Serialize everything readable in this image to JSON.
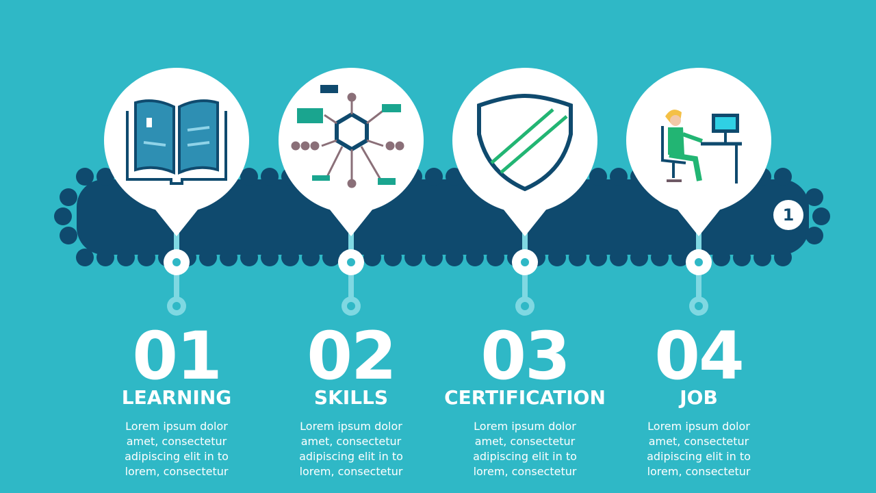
{
  "badge": "1",
  "steps": [
    {
      "number": "01",
      "title": "LEARNING",
      "desc": "Lorem ipsum dolor amet, consectetur adipiscing elit in to lorem, consectetur",
      "icon": "open-book-icon"
    },
    {
      "number": "02",
      "title": "SKILLS",
      "desc": "Lorem ipsum dolor amet, consectetur adipiscing elit in to lorem, consectetur",
      "icon": "network-hexagon-icon"
    },
    {
      "number": "03",
      "title": "CERTIFICATION",
      "desc": "Lorem ipsum dolor amet, consectetur adipiscing elit in to lorem, consectetur",
      "icon": "shield-icon"
    },
    {
      "number": "04",
      "title": "JOB",
      "desc": "Lorem ipsum dolor amet, consectetur adipiscing elit in to lorem, consectetur",
      "icon": "person-at-desk-icon"
    }
  ],
  "colors": {
    "background": "#2fb8c6",
    "band": "#0f4a6e",
    "circle": "#ffffff",
    "connector": "#7fd8e2",
    "accent_green": "#22b573"
  }
}
